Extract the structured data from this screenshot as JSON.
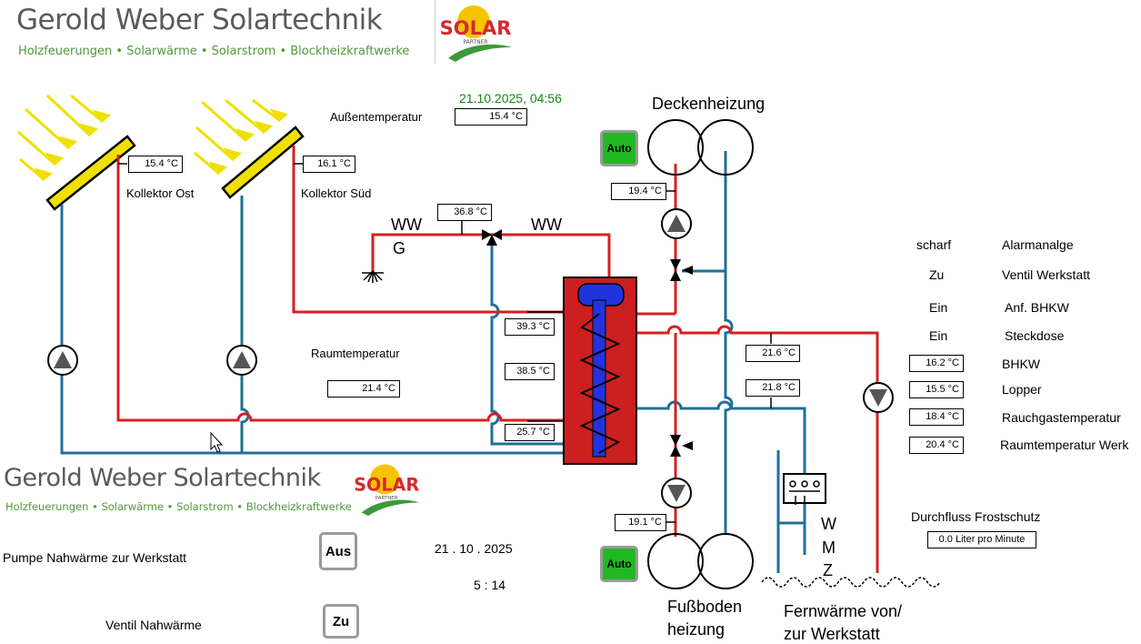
{
  "header": {
    "company": "Gerold Weber Solartechnik",
    "slogan": "Holzfeuerungen • Solarwärme • Solarstrom • Blockheizkraftwerke",
    "logo_text": "SOLAR",
    "logo_sub": "PARTNER"
  },
  "datetime": "21.10.2025,  04:56",
  "outside": {
    "label": "Außentemperatur",
    "value": "15.4 °C"
  },
  "collectors": [
    {
      "label": "Kollektor Ost",
      "value": "15.4 °C"
    },
    {
      "label": "Kollektor Süd",
      "value": "16.1 °C"
    }
  ],
  "room": {
    "label": "Raumtemperatur",
    "value": "21.4 °C"
  },
  "hotwater": {
    "ww_left": "WW",
    "ww_g": "G",
    "ww_right": "WW",
    "mix_temp": "36.8 °C"
  },
  "storage": {
    "t1": "39.3 °C",
    "t2": "38.5 °C",
    "t3": "25.7 °C"
  },
  "ceiling": {
    "label": "Deckenheizung",
    "auto": "Auto",
    "temp": "19.4 °C"
  },
  "floor": {
    "label_line1": "Fußboden",
    "label_line2": "heizung",
    "auto": "Auto",
    "temp": "19.1 °C"
  },
  "district": {
    "t1": "21.6 °C",
    "t2": "21.8 °C",
    "wmz": [
      "W",
      "M",
      "Z"
    ],
    "label_line1": "Fernwärme von/",
    "label_line2": "zur Werkstatt"
  },
  "status": [
    {
      "state": "scharf",
      "label": "Alarmanalge"
    },
    {
      "state": "Zu",
      "label": "Ventil Werkstatt"
    },
    {
      "state": "Ein",
      "label": "Anf. BHKW"
    },
    {
      "state": "Ein",
      "label": "Steckdose"
    }
  ],
  "temps": [
    {
      "value": "16.2 °C",
      "label": "BHKW"
    },
    {
      "value": "15.5 °C",
      "label": "Lopper"
    },
    {
      "value": "18.4 °C",
      "label": "Rauchgastemperatur"
    },
    {
      "value": "20.4 °C",
      "label": "Raumtemperatur Werk"
    }
  ],
  "flow": {
    "label": "Durchfluss Frostschutz",
    "value": "0.0 Liter pro Minute"
  },
  "lower": {
    "pump_label": "Pumpe  Nahwärme zur Werkstatt",
    "pump_button": "Aus",
    "valve_label": "Ventil Nahwärme",
    "valve_button": "Zu",
    "date": "21 . 10 .  2025",
    "time": "5   :   14"
  },
  "colors": {
    "red": "#d42020",
    "blue": "#1f6f99",
    "green": "#22b822",
    "panel": "#f0e000"
  }
}
